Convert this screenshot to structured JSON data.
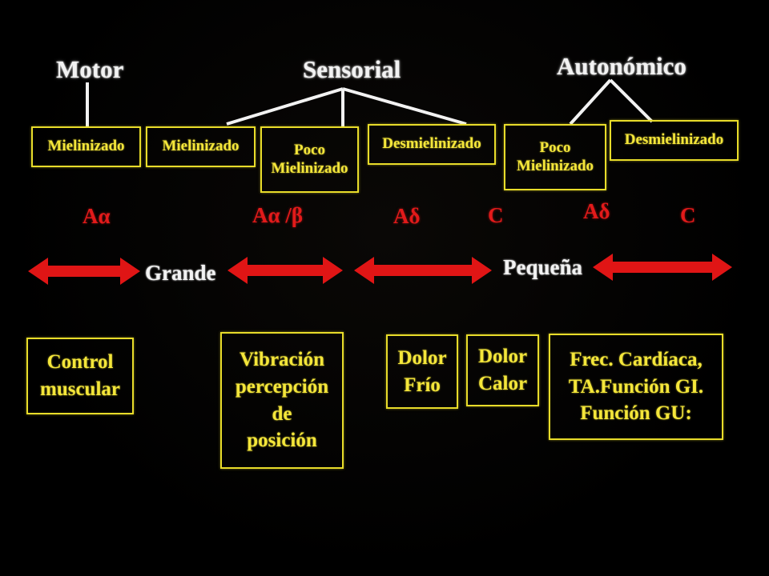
{
  "headings": {
    "motor": "Motor",
    "sensorial": "Sensorial",
    "autonomico": "Autonómico"
  },
  "fiber_boxes": [
    "Mielinizado",
    "Mielinizado",
    "Poco\nMielinizado",
    "Desmielinizado",
    "Poco\nMielinizado",
    "Desmielinizado"
  ],
  "fiber_types": [
    "Aα",
    "Aα /β",
    "Aδ",
    "C",
    "Aδ",
    "C"
  ],
  "size_scale": {
    "large": "Grande",
    "small": "Pequeña"
  },
  "function_boxes": [
    "Control\nmuscular",
    "Vibración\npercepción\nde\nposición",
    "Dolor\nFrío",
    "Dolor\nCalor",
    "Frec. Cardíaca,\nTA.Función GI.\nFunción GU:"
  ],
  "colors": {
    "background": "#000000",
    "heading_text": "#f2f2f2",
    "box_text": "#f4e63a",
    "box_border": "#e8dc2a",
    "fiber_type": "#e21a1a",
    "arrow": "#e01515",
    "connector": "#f2f2f2"
  }
}
